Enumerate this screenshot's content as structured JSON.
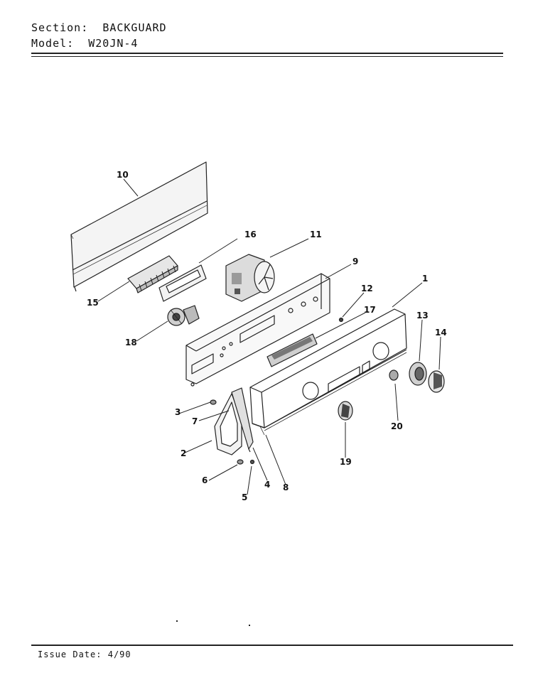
{
  "header": {
    "section_label": "Section:",
    "section_value": "BACKGUARD",
    "model_label": "Model:",
    "model_value": "W20JN-4"
  },
  "callouts": [
    "1",
    "2",
    "3",
    "4",
    "5",
    "6",
    "7",
    "8",
    "9",
    "10",
    "11",
    "12",
    "13",
    "14",
    "15",
    "16",
    "17",
    "18",
    "19",
    "20"
  ],
  "footer": {
    "issue_label": "Issue Date:",
    "issue_value": "4/90"
  }
}
